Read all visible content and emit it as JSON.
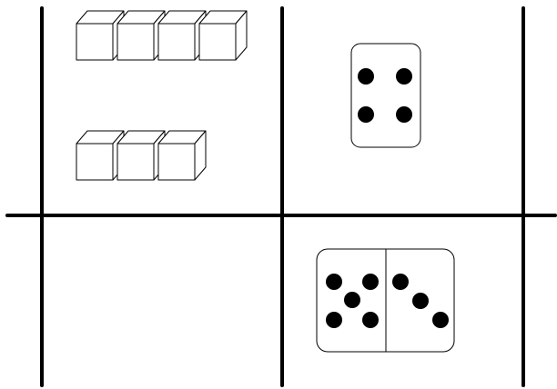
{
  "colors": {
    "background": "#ffffff",
    "ink": "#000000",
    "cube_fill": "#ffffff"
  },
  "grid": {
    "rows": 2,
    "columns": 2
  },
  "cells": {
    "top_left": {
      "content": "cube-trains",
      "trains": [
        {
          "cubes": 4
        },
        {
          "cubes": 3
        }
      ]
    },
    "top_right": {
      "content": "dot-card",
      "dots": 4,
      "pattern": "square"
    },
    "bottom_left": {
      "content": "empty"
    },
    "bottom_right": {
      "content": "domino",
      "left_half_dots": 5,
      "left_half_pattern": "quincunx",
      "right_half_dots": 3,
      "right_half_pattern": "diagonal"
    }
  }
}
